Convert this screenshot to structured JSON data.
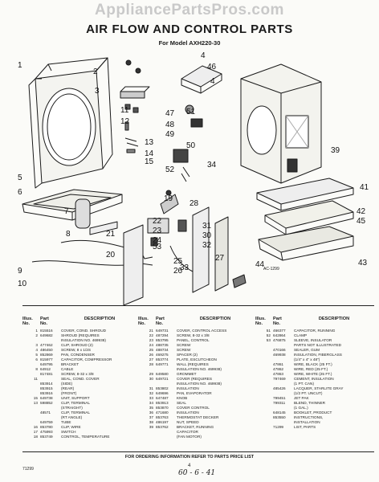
{
  "watermark": "AppliancePartsPros.com",
  "header": {
    "title": "AIR FLOW AND CONTROL PARTS",
    "subtitle": "For Model AXH220-30"
  },
  "diagram": {
    "callouts": [
      "1",
      "2",
      "3",
      "4",
      "46",
      "4",
      "11",
      "12",
      "47",
      "48",
      "49",
      "13",
      "14",
      "15",
      "52",
      "5",
      "6",
      "50",
      "51",
      "34",
      "39",
      "41",
      "42",
      "45",
      "43",
      "44",
      "19",
      "28",
      "7",
      "8",
      "22",
      "23",
      "24",
      "53",
      "31",
      "30",
      "32",
      "21",
      "20",
      "25",
      "26",
      "27",
      "33",
      "9",
      "10"
    ],
    "code": "AC-1299"
  },
  "parts_table": {
    "headers": {
      "illus": "Illus.",
      "part": "Part",
      "no": "No.",
      "partno": "No.",
      "description": "DESCRIPTION"
    },
    "columns": [
      {
        "rows": [
          {
            "n": "1",
            "p": "815516",
            "d": "COVER, COND. SHROUD"
          },
          {
            "n": "2",
            "p": "649682",
            "d": "SHROUD (REQUIRES"
          },
          {
            "n": "",
            "p": "",
            "d": "INSULATION NO. 469938)"
          },
          {
            "n": "3",
            "p": "477462",
            "d": "CLIP, SHROUD (2)"
          },
          {
            "n": "4",
            "p": "486450",
            "d": "SCREW, 8 x 1/2S"
          },
          {
            "n": "5",
            "p": "852869",
            "d": "PAN, CONDENSER"
          },
          {
            "n": "6",
            "p": "815977",
            "d": "CAPACITOR, COMPRESSOR"
          },
          {
            "n": "",
            "p": "649795",
            "d": "BRACKET"
          },
          {
            "n": "8",
            "p": "64912",
            "d": "CABLE"
          },
          {
            "n": "",
            "p": "817481",
            "d": "SCREW, 8-32 x 3/8"
          },
          {
            "n": "11",
            "p": "",
            "d": "SEAL, COND. COVER"
          },
          {
            "n": "",
            "p": "853914",
            "d": "(SIDE)"
          },
          {
            "n": "",
            "p": "853915",
            "d": "(REAR)"
          },
          {
            "n": "",
            "p": "853916",
            "d": "(FRONT)"
          },
          {
            "n": "15",
            "p": "649738",
            "d": "UNIT, SUPPORT"
          },
          {
            "n": "13",
            "p": "598852",
            "d": "CLIP, TERMINAL"
          },
          {
            "n": "",
            "p": "",
            "d": "(STRAIGHT)"
          },
          {
            "n": "",
            "p": "48571",
            "d": "CLIP, TERMINAL"
          },
          {
            "n": "",
            "p": "",
            "d": "(RT ANGLE)"
          },
          {
            "n": "",
            "p": "649759",
            "d": "TUBE"
          },
          {
            "n": "16",
            "p": "853780",
            "d": "CLIP, WIRE"
          },
          {
            "n": "17",
            "p": "475993",
            "d": "SWITCH"
          },
          {
            "n": "18",
            "p": "853749",
            "d": "CONTROL, TEMPERATURE"
          }
        ]
      },
      {
        "rows": [
          {
            "n": "21",
            "p": "649731",
            "d": "COVER, CONTROL ACCESS"
          },
          {
            "n": "22",
            "p": "487294",
            "d": "SCREW, 8-32 x 3/8"
          },
          {
            "n": "23",
            "p": "853795",
            "d": "PANEL, CONTROL"
          },
          {
            "n": "24",
            "p": "488735",
            "d": "SCREW"
          },
          {
            "n": "25",
            "p": "488734",
            "d": "SCREW"
          },
          {
            "n": "26",
            "p": "469275",
            "d": "SPACER (2)"
          },
          {
            "n": "27",
            "p": "853774",
            "d": "PLATE, ESCUTCHEON"
          },
          {
            "n": "28",
            "p": "649771",
            "d": "WALL (REQUIRES"
          },
          {
            "n": "",
            "p": "",
            "d": "INSULATION NO. 469938)"
          },
          {
            "n": "29",
            "p": "649580",
            "d": "GROMMET"
          },
          {
            "n": "30",
            "p": "649721",
            "d": "COVER (REQUIRES"
          },
          {
            "n": "",
            "p": "",
            "d": "INSULATION NO. 469938)"
          },
          {
            "n": "31",
            "p": "853802",
            "d": "INSULATION"
          },
          {
            "n": "32",
            "p": "649696",
            "d": "PAN, EVAPORATOR"
          },
          {
            "n": "33",
            "p": "647487",
            "d": "KNOB"
          },
          {
            "n": "34",
            "p": "853913",
            "d": "SEAL"
          },
          {
            "n": "35",
            "p": "853870",
            "d": "COVER CONTROL"
          },
          {
            "n": "36",
            "p": "471680",
            "d": "INSULATION"
          },
          {
            "n": "37",
            "p": "853763",
            "d": "THERMOSTAT DECKER"
          },
          {
            "n": "38",
            "p": "486197",
            "d": "NUT, SPEED"
          },
          {
            "n": "39",
            "p": "853762",
            "d": "BRACKET, RUNNING"
          },
          {
            "n": "",
            "p": "",
            "d": "CAPACITOR"
          },
          {
            "n": "",
            "p": "",
            "d": "(FAN MOTOR)"
          }
        ]
      },
      {
        "rows": [
          {
            "n": "51",
            "p": "466377",
            "d": "CAPACITOR, RUNNING"
          },
          {
            "n": "52",
            "p": "642864",
            "d": "CLAMP"
          },
          {
            "n": "53",
            "p": "476875",
            "d": "SLEEVE, INSULATOR"
          },
          {
            "n": "",
            "p": "",
            "d": ""
          },
          {
            "n": "",
            "p": "",
            "d": "PARTS NOT ILLUSTRATED"
          },
          {
            "n": "",
            "p": "470166",
            "d": "SEALER, GUM"
          },
          {
            "n": "",
            "p": "469938",
            "d": "INSULATION, FIBERGLASS"
          },
          {
            "n": "",
            "p": "",
            "d": "(1/4\" x 4\" x 48\")"
          },
          {
            "n": "",
            "p": "47861",
            "d": "WIRE, BLACK (25 FT.)"
          },
          {
            "n": "",
            "p": "47862",
            "d": "WIRE, RED (25 FT.)"
          },
          {
            "n": "",
            "p": "47863",
            "d": "WIRE, WHITE (25 FT.)"
          },
          {
            "n": "",
            "p": "797469",
            "d": "CEMENT, INSULATION"
          },
          {
            "n": "",
            "p": "",
            "d": "(1 PT. CAN)"
          },
          {
            "n": "",
            "p": "485426",
            "d": "LACQUER, STARLITE GRAY"
          },
          {
            "n": "",
            "p": "",
            "d": "(1/2 PT. UNCUT)"
          },
          {
            "n": "",
            "p": "799451",
            "d": "JET PAK"
          },
          {
            "n": "",
            "p": "799311",
            "d": "BLEND, THINNER"
          },
          {
            "n": "",
            "p": "",
            "d": "(1 GAL.)"
          },
          {
            "n": "",
            "p": "648145",
            "d": "BOOKLET, PRODUCT"
          },
          {
            "n": "",
            "p": "853550",
            "d": "INSTRUCTIONS,"
          },
          {
            "n": "",
            "p": "",
            "d": "INSTALLATION"
          },
          {
            "n": "",
            "p": "71299",
            "d": "LIST, PARTS"
          }
        ]
      }
    ]
  },
  "footer": {
    "order_note": "FOR ORDERING INFORMATION REFER TO PARTS PRICE LIST",
    "code": "71299",
    "page": "4",
    "handwritten": "60 - 6 - 41"
  }
}
